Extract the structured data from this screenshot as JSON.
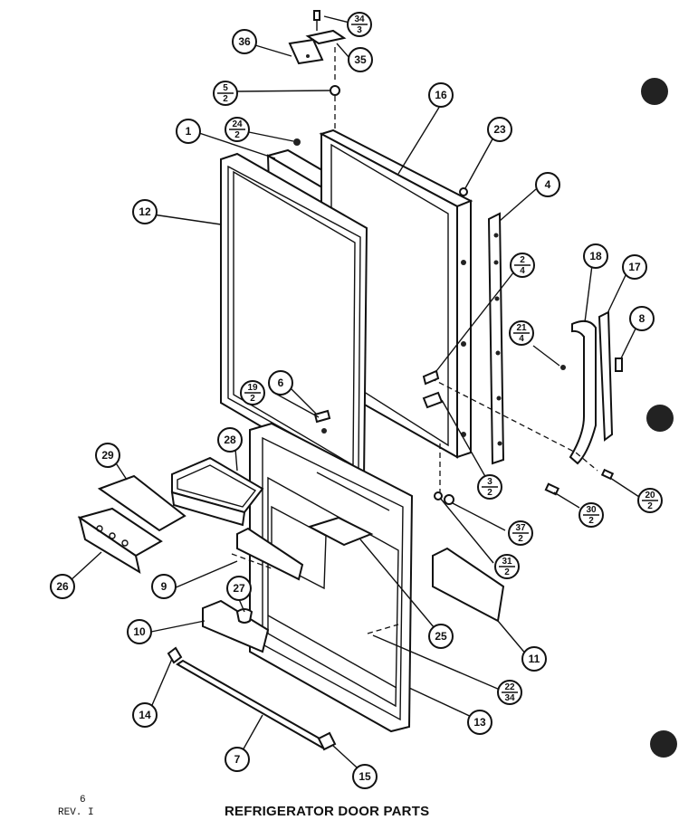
{
  "footer": {
    "page_number": "6",
    "revision": "REV. I",
    "title": "REFRIGERATOR DOOR PARTS"
  },
  "callouts": [
    {
      "id": "1",
      "label": "1"
    },
    {
      "id": "4",
      "label": "4"
    },
    {
      "id": "6",
      "label": "6"
    },
    {
      "id": "7",
      "label": "7"
    },
    {
      "id": "8",
      "label": "8"
    },
    {
      "id": "9",
      "label": "9"
    },
    {
      "id": "10",
      "label": "10"
    },
    {
      "id": "11",
      "label": "11"
    },
    {
      "id": "12",
      "label": "12"
    },
    {
      "id": "13",
      "label": "13"
    },
    {
      "id": "14",
      "label": "14"
    },
    {
      "id": "15",
      "label": "15"
    },
    {
      "id": "16",
      "label": "16"
    },
    {
      "id": "17",
      "label": "17"
    },
    {
      "id": "18",
      "label": "18"
    },
    {
      "id": "23",
      "label": "23"
    },
    {
      "id": "25",
      "label": "25"
    },
    {
      "id": "26",
      "label": "26"
    },
    {
      "id": "27",
      "label": "27"
    },
    {
      "id": "28",
      "label": "28"
    },
    {
      "id": "29",
      "label": "29"
    },
    {
      "id": "35",
      "label": "35"
    },
    {
      "id": "36",
      "label": "36"
    }
  ],
  "fraction_callouts": [
    {
      "id": "34-3",
      "top": "34",
      "bottom": "3"
    },
    {
      "id": "5-2",
      "top": "5",
      "bottom": "2"
    },
    {
      "id": "24-2",
      "top": "24",
      "bottom": "2"
    },
    {
      "id": "2-4",
      "top": "2",
      "bottom": "4"
    },
    {
      "id": "21-4",
      "top": "21",
      "bottom": "4"
    },
    {
      "id": "19-2",
      "top": "19",
      "bottom": "2"
    },
    {
      "id": "3-2",
      "top": "3",
      "bottom": "2"
    },
    {
      "id": "37-2",
      "top": "37",
      "bottom": "2"
    },
    {
      "id": "31-2",
      "top": "31",
      "bottom": "2"
    },
    {
      "id": "30-2",
      "top": "30",
      "bottom": "2"
    },
    {
      "id": "20-2",
      "top": "20",
      "bottom": "2"
    },
    {
      "id": "22-34",
      "top": "22",
      "bottom": "34"
    }
  ]
}
